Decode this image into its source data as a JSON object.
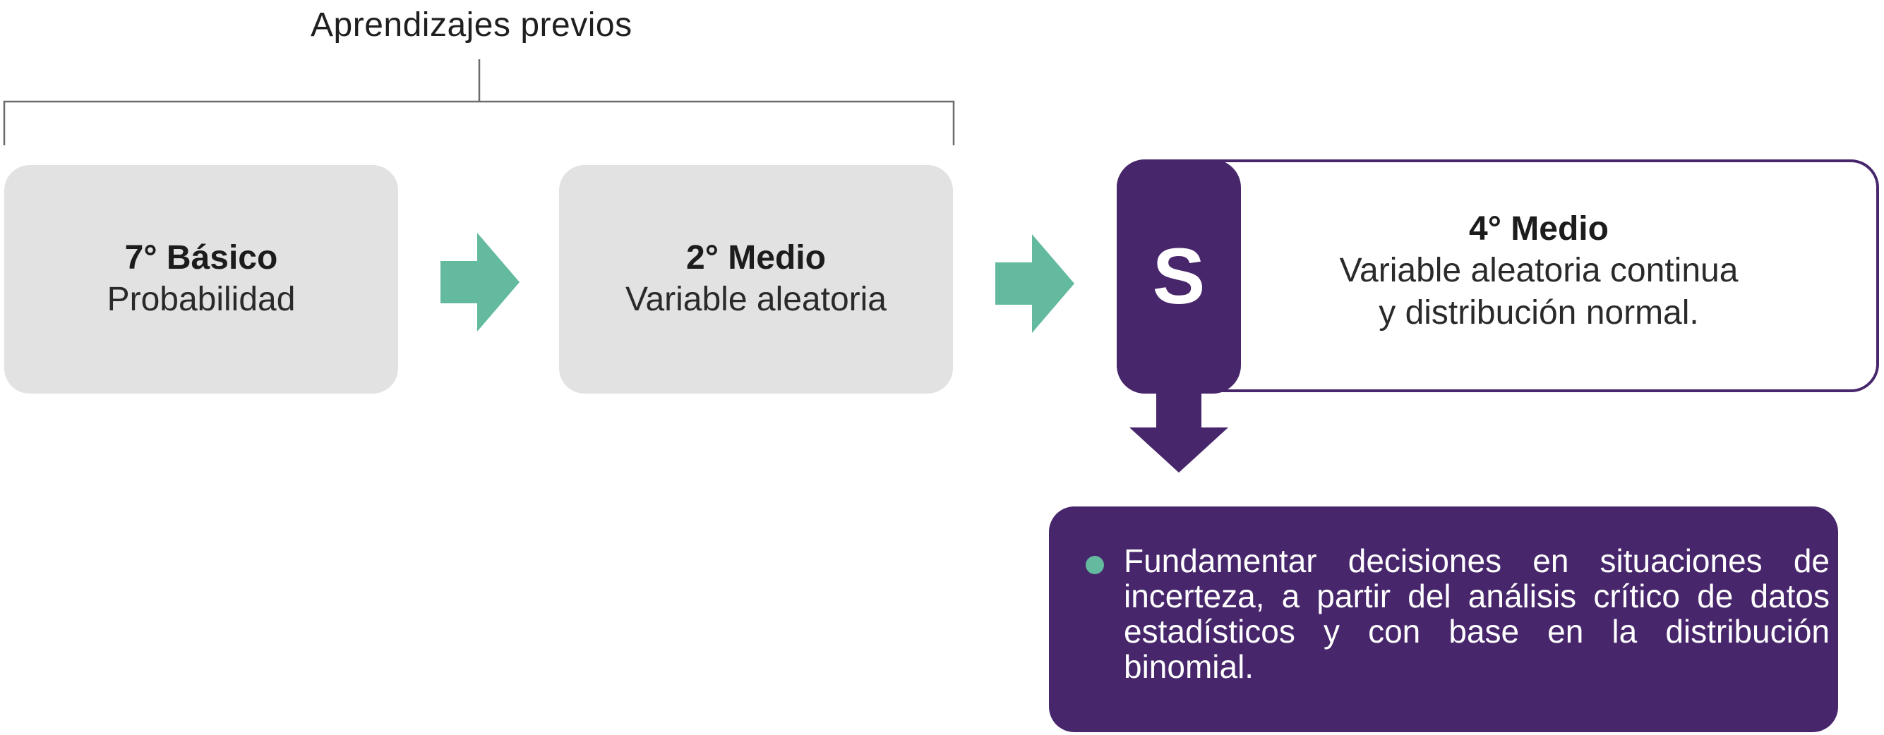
{
  "header": {
    "label": "Aprendizajes previos"
  },
  "previous_levels": [
    {
      "title": "7° Básico",
      "subtitle": "Probabilidad"
    },
    {
      "title": "2° Medio",
      "subtitle": "Variable aleatoria"
    }
  ],
  "current_level": {
    "badge": "S",
    "title": "4° Medio",
    "subtitle_line1": "Variable aleatoria continua",
    "subtitle_line2": "y distribución normal."
  },
  "objective": {
    "text": "Fundamentar decisiones en situaciones de incerteza, a partir del análisis crítico de datos estadísticos y con base en la distribución binomial."
  },
  "colors": {
    "grey_box": "#e2e2e3",
    "green_arrow": "#63ba9f",
    "purple": "#47266b",
    "bracket_line": "#6b6b6b"
  },
  "icons": {
    "flow_arrow": "arrow-right-icon",
    "down_arrow": "arrow-down-icon",
    "bullet": "bullet-dot-icon"
  }
}
